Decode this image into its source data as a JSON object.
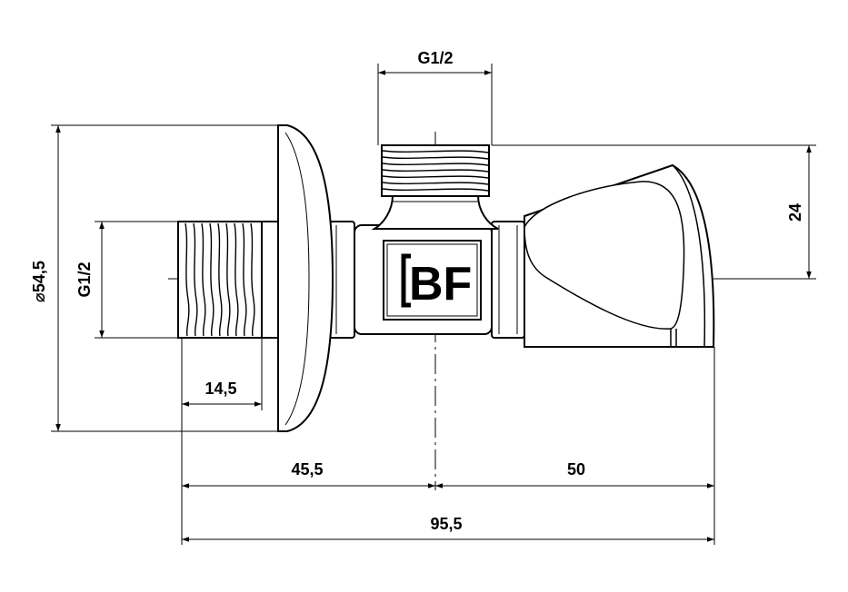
{
  "drawing": {
    "dimensions": {
      "top_thread": "G1/2",
      "side_thread": "G1/2",
      "flange_diameter": "⌀54,5",
      "outlet_height": "24",
      "thread_length": "14,5",
      "left_offset": "45,5",
      "right_offset": "50",
      "overall_length": "95,5"
    },
    "logo": {
      "text": "BF"
    }
  }
}
